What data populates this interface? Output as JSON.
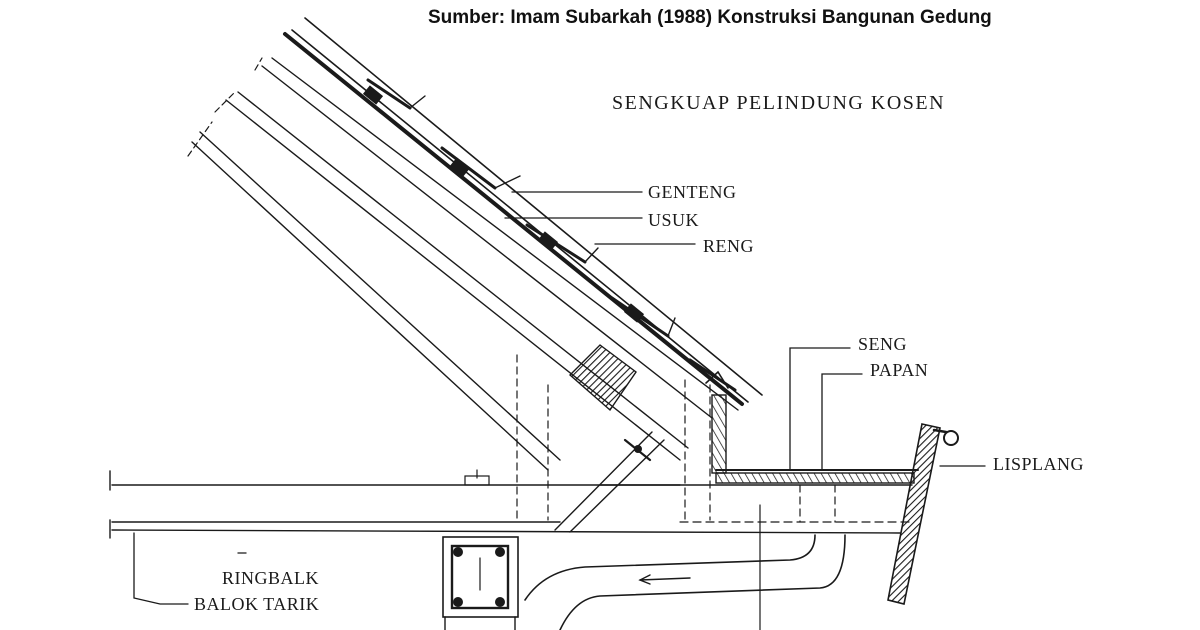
{
  "source": "Sumber: Imam Subarkah (1988) Konstruksi Bangunan Gedung",
  "title": "SENGKUAP PELINDUNG KOSEN",
  "labels": {
    "genteng": "GENTENG",
    "usuk": "USUK",
    "reng": "RENG",
    "seng": "SENG",
    "papan": "PAPAN",
    "lisplang": "LISPLANG",
    "ringbalk": "RINGBALK",
    "balok_tarik": "BALOK TARIK"
  },
  "colors": {
    "ink": "#1a1a1a",
    "paper": "#ffffff"
  }
}
